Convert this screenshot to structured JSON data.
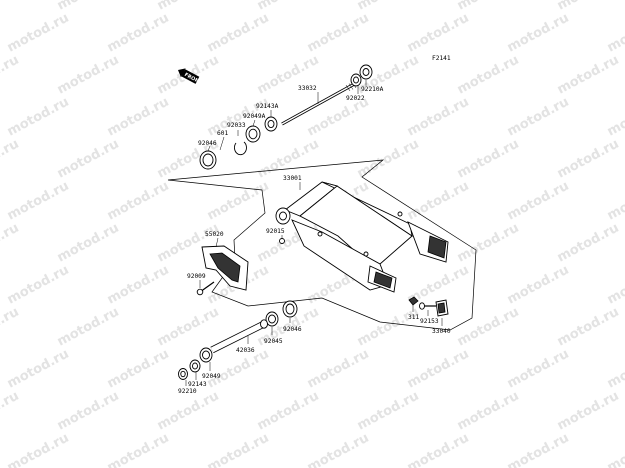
{
  "diagram_code": "F2141",
  "front_marker": "FRONT",
  "watermark": "motod.ru",
  "labels": {
    "p33032": "33032",
    "p92022": "92022",
    "p92210A": "92210A",
    "p92143A": "92143A",
    "p92049A": "92049A",
    "p92033": "92033",
    "p601": "601",
    "p92046_top": "92046",
    "p33001": "33001",
    "p92015": "92015",
    "p55020": "55020",
    "p92009": "92009",
    "p92046_mid": "92046",
    "p92045": "92045",
    "p42036": "42036",
    "p92049": "92049",
    "p92143": "92143",
    "p92210": "92210",
    "p311": "311",
    "p92153": "92153",
    "p33040": "33040"
  }
}
